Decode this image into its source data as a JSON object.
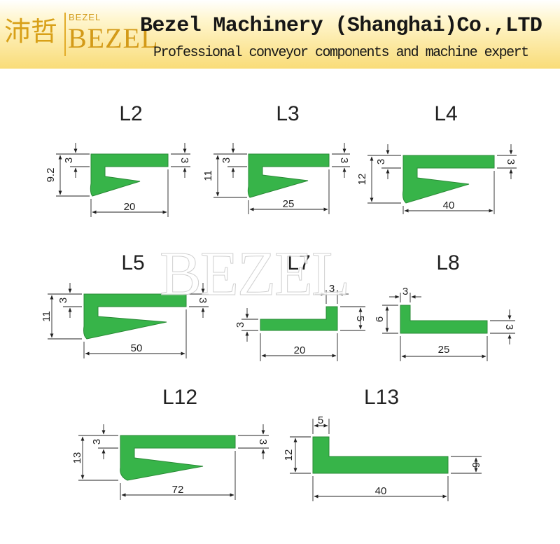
{
  "header": {
    "logo_cn": "沛哲",
    "logo_en_small": "BEZEL",
    "logo_en_big": "BEZEL",
    "company": "Bezel Machinery (Shanghai)Co.,LTD",
    "tagline": "Professional conveyor components and machine expert"
  },
  "watermark": "BEZEL",
  "colors": {
    "profile_fill": "#37b449",
    "line": "#222222",
    "header_gold": "#d8a018"
  },
  "profiles": [
    {
      "label": "L2",
      "width_dim": "20",
      "height_dim": "9.2",
      "thickness_left": "3",
      "thickness_right": "3"
    },
    {
      "label": "L3",
      "width_dim": "25",
      "height_dim": "11",
      "thickness_left": "3",
      "thickness_right": "3"
    },
    {
      "label": "L4",
      "width_dim": "40",
      "height_dim": "12",
      "thickness_left": "3",
      "thickness_right": "3"
    },
    {
      "label": "L5",
      "width_dim": "50",
      "height_dim": "11",
      "thickness_left": "3",
      "thickness_right": "3"
    },
    {
      "label": "L7",
      "width_dim": "20",
      "height_dim": "5",
      "thickness_left": "3",
      "top_dim": "3"
    },
    {
      "label": "L8",
      "width_dim": "25",
      "height_dim": "6",
      "thickness_right": "3",
      "top_dim": "3"
    },
    {
      "label": "L12",
      "width_dim": "72",
      "height_dim": "13",
      "thickness_left": "3",
      "thickness_right": "3"
    },
    {
      "label": "L13",
      "width_dim": "40",
      "height_dim": "12",
      "thickness_right": "6",
      "top_dim": "5"
    }
  ]
}
